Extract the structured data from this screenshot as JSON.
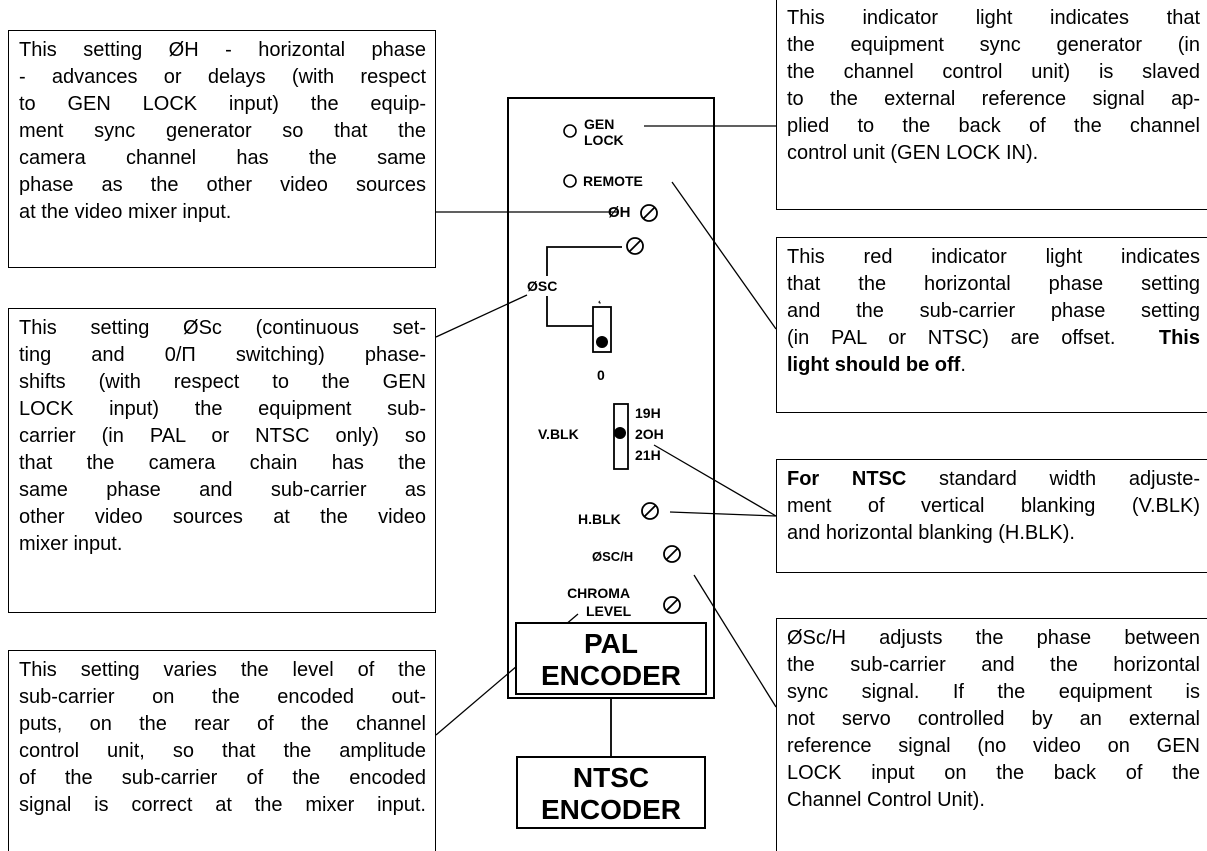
{
  "panel": {
    "gen_lock": [
      "GEN",
      "LOCK"
    ],
    "remote": "REMOTE",
    "phase_h": "ØH",
    "phase_sc": "ØSC",
    "switch_top": "˛",
    "switch_bottom": "0",
    "vblk": "V.BLK",
    "vblk_options": [
      "19H",
      "2OH",
      "21H"
    ],
    "hblk": "H.BLK",
    "sc_h": "ØSC/H",
    "chroma": [
      "CHROMA",
      "LEVEL"
    ],
    "pal_encoder": [
      "PAL",
      "ENCODER"
    ],
    "ntsc_encoder": [
      "NTSC",
      "ENCODER"
    ]
  },
  "notes": {
    "phase_h": [
      "This setting ØH - horizontal phase",
      "- advances or delays (with respect",
      "to GEN LOCK input) the equip-",
      "ment sync generator so that the",
      "camera channel has the same",
      "phase as  the other video sources",
      "at the video mixer input."
    ],
    "phase_sc": [
      "This setting ØSc (continuous set-",
      "ting and 0/Π switching) phase-",
      "shifts (with respect to the GEN",
      "LOCK input) the equipment sub-",
      "carrier (in PAL or NTSC only) so",
      "that the camera chain has the",
      "same phase and sub-carrier as",
      "other video sources at the video",
      "mixer input."
    ],
    "chroma": [
      "This setting varies the level of the",
      "sub-carrier on the encoded out-",
      "puts, on the rear of the channel",
      "control unit, so that the amplitude",
      "of the sub-carrier of the encoded",
      "signal is correct at the mixer input."
    ],
    "gen_lock": [
      "This indicator light indicates that",
      "the equipment sync generator (in",
      "the channel control unit) is slaved",
      "to the external reference signal ap-",
      "plied to the back of the channel",
      "control unit (GEN LOCK IN)."
    ],
    "remote": {
      "lines": [
        "This red indicator light indicates",
        "that the horizontal phase setting",
        "and the sub-carrier phase setting",
        "(in PAL or NTSC) are offset."
      ],
      "emphasis_1": "This",
      "emphasis_2": "light should be off",
      "tail": "."
    },
    "blanking": {
      "emphasis": "For NTSC",
      "line1_rest": " standard width adjuste-",
      "line2": "ment of vertical blanking (V.BLK)",
      "line3": "and horizontal blanking (H.BLK)."
    },
    "sc_h": [
      "ØSc/H adjusts the phase between",
      "the sub-carrier and the horizontal",
      "sync signal.  If the equipment is",
      "not servo controlled by an external",
      "reference signal (no video on GEN",
      "LOCK input on the back of the",
      "Channel Control Unit)."
    ]
  }
}
